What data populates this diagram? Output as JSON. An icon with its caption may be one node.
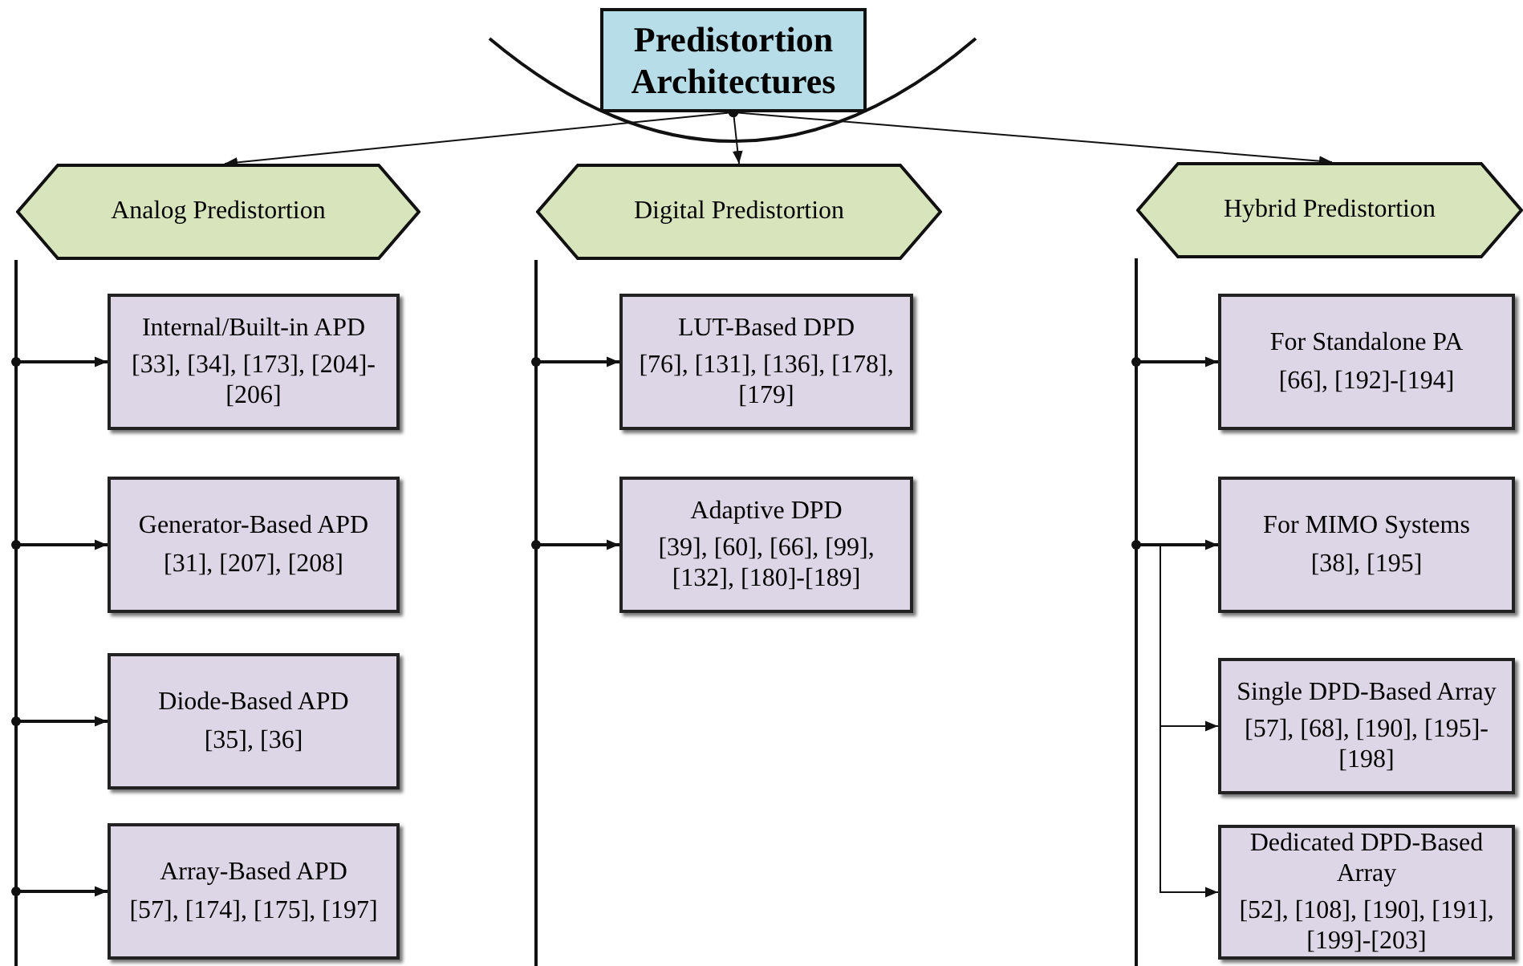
{
  "diagram": {
    "nodes": [
      {
        "text": [
          "Predistortion Architectures"
        ]
      },
      {
        "text": [
          "Analog Predistortion"
        ]
      },
      {
        "text": [
          "Digital Predistortion"
        ]
      },
      {
        "text": [
          "Hybrid Predistortion"
        ]
      },
      {
        "text": [
          "Internal/Built-in APD",
          "[33], [34], [173], [204]-[206]"
        ]
      },
      {
        "text": [
          "Generator-Based APD",
          "[31], [207], [208]"
        ]
      },
      {
        "text": [
          "Diode-Based APD",
          "[35], [36]"
        ]
      },
      {
        "text": [
          "Array-Based APD",
          "[57], [174], [175], [197]"
        ]
      },
      {
        "text": [
          "LUT-Based DPD",
          "[76], [131], [136], [178], [179]"
        ]
      },
      {
        "text": [
          "Adaptive DPD",
          "[39], [60], [66], [99], [132], [180]-[189]"
        ]
      },
      {
        "text": [
          "For Standalone PA",
          "[66], [192]-[194]"
        ]
      },
      {
        "text": [
          "For MIMO Systems",
          "[38], [195]"
        ]
      },
      {
        "text": [
          "Single DPD-Based Array",
          "[57], [68], [190], [195]-[198]"
        ]
      },
      {
        "text": [
          "Dedicated DPD-Based Array",
          "[52], [108], [190], [191], [199]-[203]"
        ]
      }
    ],
    "edges": [
      {
        "from": 0,
        "to": 1,
        "arrow": "to"
      },
      {
        "from": 0,
        "to": 2,
        "arrow": "to"
      },
      {
        "from": 0,
        "to": 3,
        "arrow": "to"
      },
      {
        "from": 1,
        "to": 4,
        "arrow": "to"
      },
      {
        "from": 1,
        "to": 5,
        "arrow": "to"
      },
      {
        "from": 1,
        "to": 6,
        "arrow": "to"
      },
      {
        "from": 1,
        "to": 7,
        "arrow": "to"
      },
      {
        "from": 2,
        "to": 8,
        "arrow": "to"
      },
      {
        "from": 2,
        "to": 9,
        "arrow": "to"
      },
      {
        "from": 3,
        "to": 10,
        "arrow": "to"
      },
      {
        "from": 3,
        "to": 11,
        "arrow": "to"
      },
      {
        "from": 11,
        "to": 12,
        "arrow": "to"
      },
      {
        "from": 11,
        "to": 13,
        "arrow": "to"
      }
    ]
  }
}
